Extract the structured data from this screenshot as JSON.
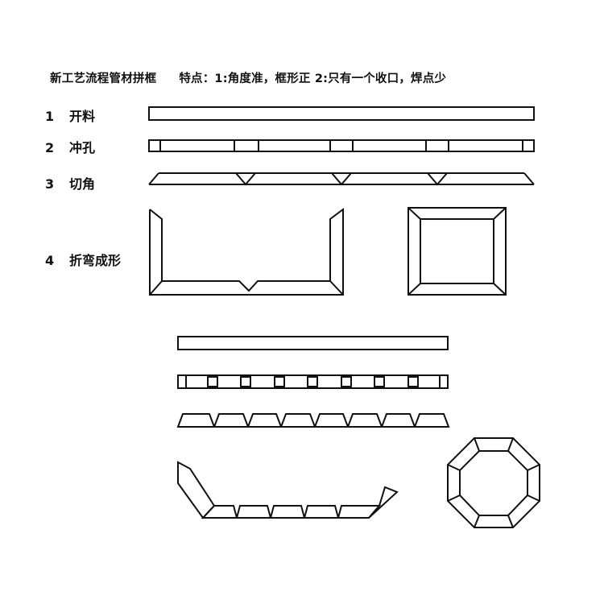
{
  "title": {
    "process": "新工艺流程管材拼框",
    "features": "特点：1:角度准，框形正  2:只有一个收口，焊点少"
  },
  "steps": [
    {
      "num": "1",
      "label": "开料"
    },
    {
      "num": "2",
      "label": "冲孔"
    },
    {
      "num": "3",
      "label": "切角"
    },
    {
      "num": "4",
      "label": "折弯成形"
    }
  ],
  "colors": {
    "line": "#111111",
    "background": "#ffffff"
  }
}
